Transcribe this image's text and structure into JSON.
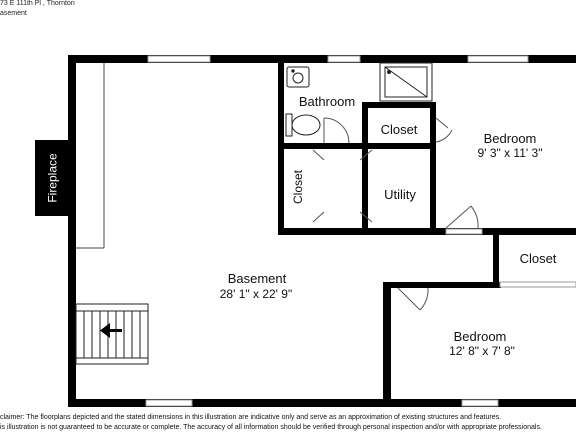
{
  "header": {
    "address": "73 E 111th Pl , Thornton",
    "level": "asement"
  },
  "rooms": {
    "bathroom": {
      "name": "Bathroom"
    },
    "closet_top": {
      "name": "Closet"
    },
    "closet_side": {
      "name": "Closet"
    },
    "utility": {
      "name": "Utility"
    },
    "bedroom_1": {
      "name": "Bedroom",
      "dims": "9' 3\" x 11' 3\""
    },
    "closet_right": {
      "name": "Closet"
    },
    "basement": {
      "name": "Basement",
      "dims": "28' 1\" x 22' 9\""
    },
    "bedroom_2": {
      "name": "Bedroom",
      "dims": "12' 8\" x 7' 8\""
    },
    "fireplace": {
      "name": "Fireplace"
    }
  },
  "disclaimer": {
    "line1": "claimer: The floorplans depicted and the stated dimensions in this illustration are indicative only and serve as an approximation of existing structures and features.",
    "line2": "is illustration is not guaranteed to be accurate or complete. The accuracy of all information should be verified through personal inspection and/or with appropriate professionals."
  },
  "colors": {
    "wall": "#000000",
    "fireplace": "#000000",
    "window": "#9a9a9a",
    "door": "#555555"
  }
}
